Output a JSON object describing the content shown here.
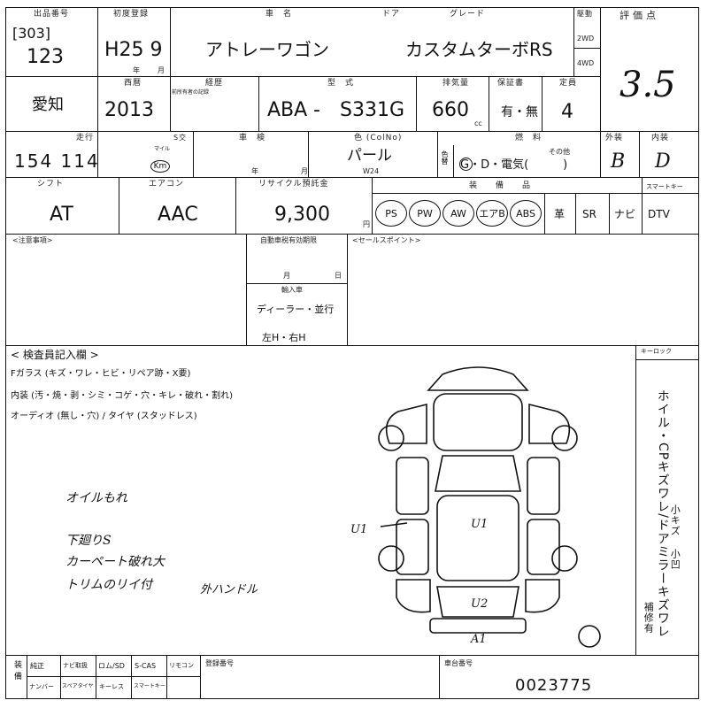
{
  "header": {
    "lot_label": "出品番号",
    "lot_prefix": "[303]",
    "lot_no": "123",
    "first_reg_label": "初度登録",
    "first_reg": "H25 9",
    "year_unit": "年",
    "month_unit": "月",
    "model_label": "車　名",
    "model": "アトレーワゴン",
    "door_label": "ドア",
    "grade_label": "グレード",
    "grade": "カスタムターボRS",
    "drive_label": "駆動",
    "drive_2wd": "2WD",
    "drive_4wd": "4WD",
    "score_label": "評価点",
    "score": "3.5"
  },
  "row2": {
    "region": "愛知",
    "year_type_label": "西暦",
    "year": "2013",
    "history_label": "経歴",
    "history_note": "前所有者の記録",
    "type_label": "型　式",
    "type_prefix": "ABA",
    "dash": "-",
    "type_code": "S331G",
    "cc_label": "排気量",
    "cc": "660",
    "cc_unit": "cc",
    "warranty_label": "保証書",
    "warranty": "有・無",
    "capacity_label": "定員",
    "capacity": "4"
  },
  "row3": {
    "mileage_label": "走行",
    "mileage": "154 114",
    "mile_unit": "マイル",
    "km_unit": "Km",
    "meter_label": "S交",
    "inspection_label": "車　検",
    "insp_year": "年",
    "insp_month": "月",
    "color_label": "色 (ColNo)",
    "color": "パール",
    "color_code": "W24",
    "color_change": "色替",
    "fuel_label": "燃　料",
    "fuel_other": "その他",
    "fuel": "G・D・電気(　　　)",
    "exterior_label": "外装",
    "exterior": "B",
    "interior_label": "内装",
    "interior": "D"
  },
  "row4": {
    "shift_label": "シフト",
    "shift": "AT",
    "ac_label": "エアコン",
    "ac": "AAC",
    "recycle_label": "リサイクル預託金",
    "recycle": "9,300",
    "recycle_unit": "円",
    "equip_label": "装　備　品",
    "keyless_label": "スマートキー",
    "equip": [
      "PS",
      "PW",
      "AW",
      "エアB",
      "ABS",
      "革",
      "SR",
      "ナビ",
      "DTV"
    ]
  },
  "row5": {
    "notes_label": "<注意事項>",
    "deadline_label": "自動車税有効期限",
    "deadline_month": "月",
    "deadline_day": "日",
    "import_label": "輸入車",
    "import_dealer": "ディーラー・並行",
    "handle": "左H・右H",
    "sales_label": "<セールスポイント>"
  },
  "inspector": {
    "title": "< 検査員記入欄 >",
    "glass": "Fガラス (キズ・ワレ・ヒビ・リペア跡・X要)",
    "interior": "内装 (汚・焼・剥・シミ・コゲ・穴・キレ・破れ・割れ)",
    "audio": "オーディオ (無し・穴) / タイヤ (スタッドレス)",
    "note1": "オイルもれ",
    "note2": "下廻りS",
    "note3": "カーペート破れ大",
    "note4": "トリムのリイ付",
    "note5": "外ハンドル",
    "keylock": "キーロック",
    "side_note": "ホイル・CPキズワレ/ドアミラーキズワレ",
    "side_small1": "小キズ",
    "side_small2": "小凹",
    "side_repair": "補修有"
  },
  "diagram": {
    "u1_left": "U1",
    "u1_center": "U1",
    "u2": "U2",
    "a1": "A1"
  },
  "footer": {
    "equip_label": "装備",
    "row1": [
      "純正",
      "ナビ取扱",
      "ロム/SD",
      "S-CAS",
      "リモコン"
    ],
    "row2": [
      "ナンバー",
      "スペアタイヤ",
      "キーレス",
      "スマートキー"
    ],
    "reg_label": "登録番号",
    "chassis_label": "車台番号",
    "chassis": "0023775"
  }
}
